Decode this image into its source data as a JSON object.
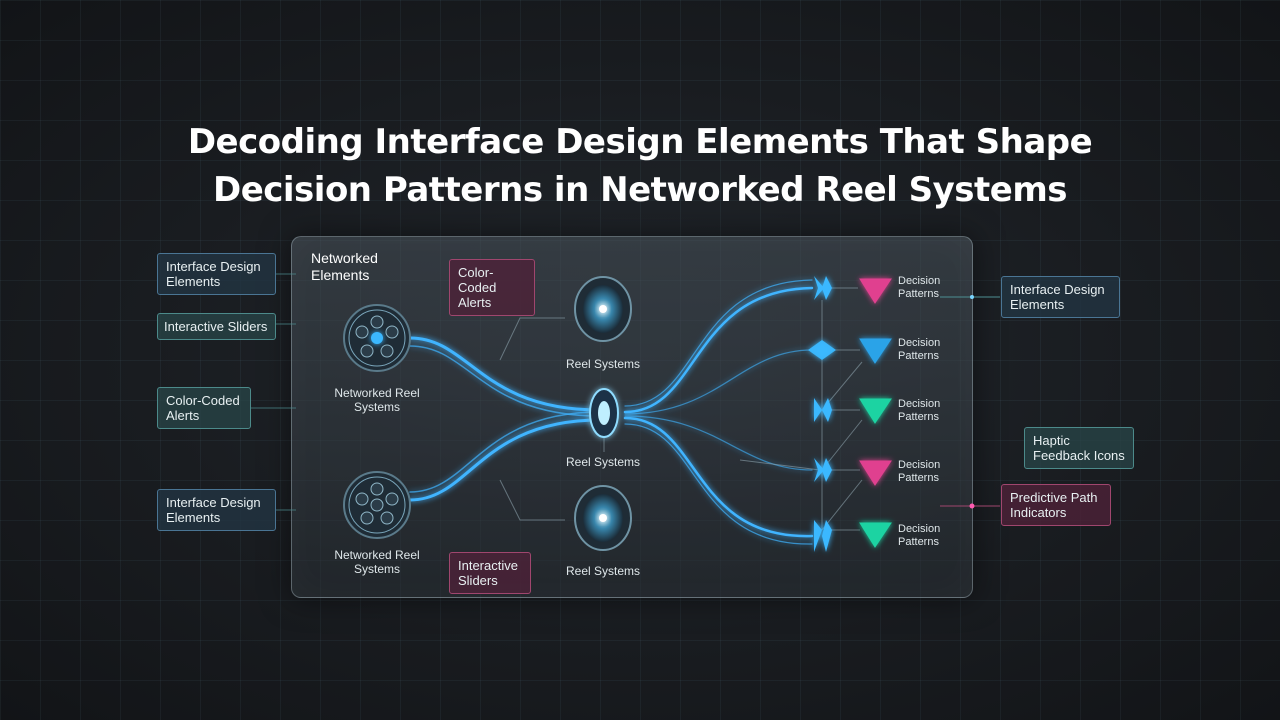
{
  "title_line1": "Decoding Interface Design Elements That Shape",
  "title_line2": "Decision Patterns in Networked Reel Systems",
  "panel_title": "Networked Elements",
  "left_tags": [
    "Interface Design Elements",
    "Interactive Sliders",
    "Color-Coded Alerts",
    "Interface Design Elements"
  ],
  "right_tags": [
    "Interface Design Elements",
    "Haptic Feedback Icons",
    "Predictive Path Indicators"
  ],
  "inner_tags": [
    "Color-Coded Alerts",
    "Interactive Sliders"
  ],
  "reel_labels": {
    "networked_top": "Networked Reel Systems",
    "reel_top": "Reel Systems",
    "hub": "Reel Systems",
    "networked_bottom": "Networked Reel Systems",
    "reel_bottom": "Reel Systems"
  },
  "decision_label": "Decision Patterns",
  "decision_colors": [
    "#e0408f",
    "#2aa3e8",
    "#1fd3a2",
    "#e0408f",
    "#1fd3a2"
  ],
  "colors": {
    "flow": "#3fb4ff",
    "spark_orange": "#ff9a55",
    "spark_pink": "#ff5ab0",
    "node": "#3ab8ff"
  }
}
